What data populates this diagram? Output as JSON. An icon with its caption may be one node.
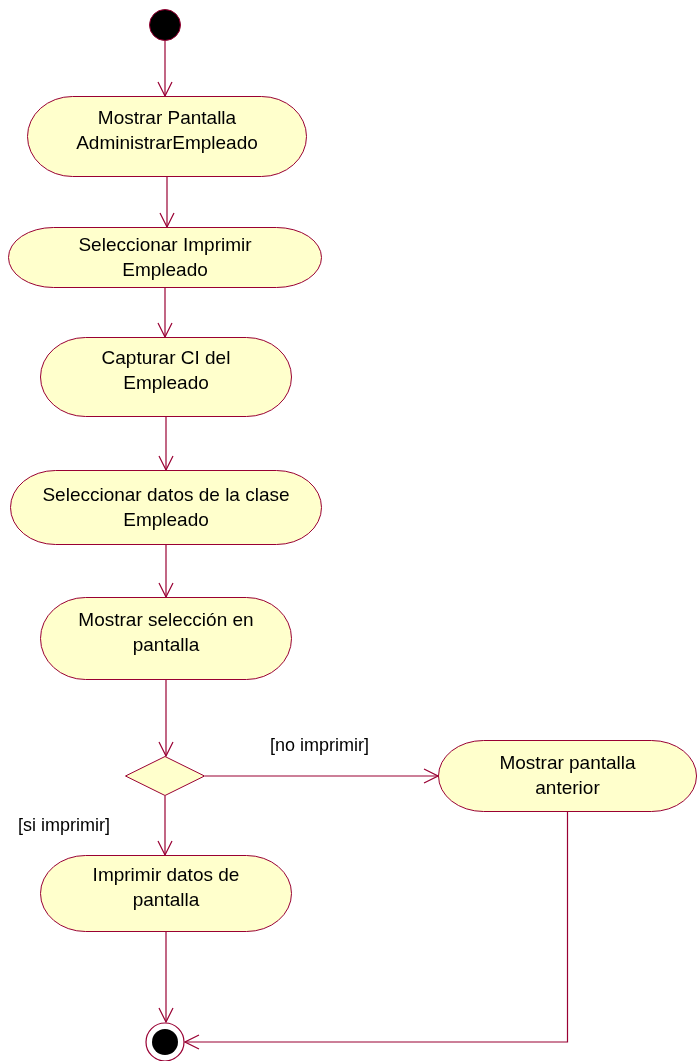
{
  "diagram": {
    "nodes": [
      {
        "text": [],
        "shape": "circle"
      },
      {
        "text": [
          "Mostrar Pantalla AdministrarEmpleado"
        ]
      },
      {
        "text": [
          "Seleccionar Imprimir Empleado"
        ]
      },
      {
        "text": [
          "Capturar CI del Empleado"
        ]
      },
      {
        "text": [
          "Seleccionar datos de la clase Empleado"
        ]
      },
      {
        "text": [
          "Mostrar selección en pantalla"
        ]
      },
      {
        "text": [],
        "shape": "diamond"
      },
      {
        "text": [
          "Mostrar pantalla anterior"
        ]
      },
      {
        "text": [
          "Imprimir datos de pantalla"
        ]
      },
      {
        "text": [],
        "shape": "circle"
      }
    ],
    "edges": [
      {
        "from": 0,
        "to": 1,
        "arrow": "to"
      },
      {
        "from": 1,
        "to": 2,
        "arrow": "to"
      },
      {
        "from": 2,
        "to": 3,
        "arrow": "to"
      },
      {
        "from": 3,
        "to": 4,
        "arrow": "to"
      },
      {
        "from": 4,
        "to": 5,
        "arrow": "to"
      },
      {
        "from": 5,
        "to": 6,
        "arrow": "to"
      },
      {
        "from": 6,
        "to": 7,
        "arrow": "to",
        "label": "[no imprimir]"
      },
      {
        "from": 6,
        "to": 8,
        "arrow": "to",
        "label": "[si imprimir]"
      },
      {
        "from": 8,
        "to": 9,
        "arrow": "to"
      },
      {
        "from": 7,
        "to": 9,
        "arrow": "to"
      }
    ]
  }
}
